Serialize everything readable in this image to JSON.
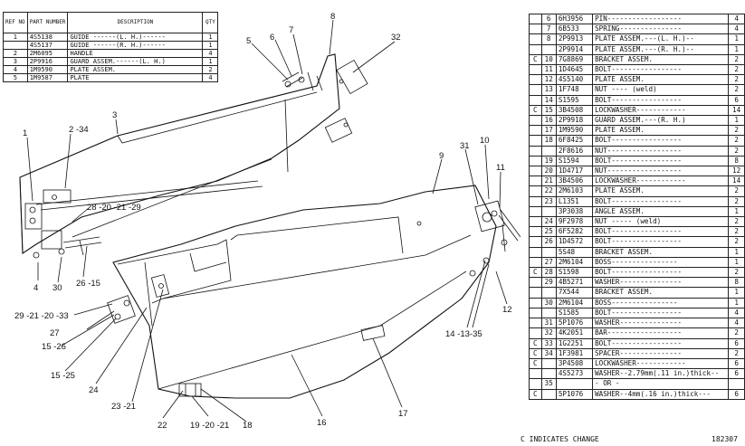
{
  "mini_table": {
    "headers": {
      "ref": "REF NO",
      "part": "PART NUMBER",
      "desc": "DESCRIPTION",
      "qty": "QTY"
    },
    "rows": [
      {
        "ref": "1",
        "pn": "4S5138",
        "desc": "GUIDE ------(L. H.)------",
        "qty": "1"
      },
      {
        "ref": "",
        "pn": "4S5137",
        "desc": "GUIDE ------(R. H.)------",
        "qty": "1"
      },
      {
        "ref": "2",
        "pn": "2M6095",
        "desc": "HANDLE",
        "qty": "4"
      },
      {
        "ref": "3",
        "pn": "2P9916",
        "desc": "GUARD ASSEM.------(L. H.)",
        "qty": "1"
      },
      {
        "ref": "4",
        "pn": "1M9590",
        "desc": "PLATE ASSEM.",
        "qty": "2"
      },
      {
        "ref": "5",
        "pn": "1M9587",
        "desc": "PLATE",
        "qty": "4"
      }
    ]
  },
  "parts_table": {
    "rows": [
      {
        "mark": "",
        "ref": "6",
        "pn": "6H3956",
        "desc": "PIN------------------",
        "qty": "4"
      },
      {
        "mark": "",
        "ref": "7",
        "pn": "6B533",
        "desc": "SPRING---------------",
        "qty": "4"
      },
      {
        "mark": "",
        "ref": "8",
        "pn": "2P9913",
        "desc": "PLATE ASSEM.---(L. H.)--",
        "qty": "1"
      },
      {
        "mark": "",
        "ref": "",
        "pn": "2P9914",
        "desc": "PLATE ASSEM.---(R. H.)--",
        "qty": "1"
      },
      {
        "mark": "C",
        "ref": "10",
        "pn": "7G8869",
        "desc": "BRACKET ASSEM.",
        "qty": "2"
      },
      {
        "mark": "",
        "ref": "11",
        "pn": "1D4645",
        "desc": "BOLT-----------------",
        "qty": "2"
      },
      {
        "mark": "",
        "ref": "12",
        "pn": "4S5140",
        "desc": "PLATE ASSEM.",
        "qty": "2"
      },
      {
        "mark": "",
        "ref": "13",
        "pn": "1F748",
        "desc": "NUT ---- (weld)",
        "qty": "2"
      },
      {
        "mark": "",
        "ref": "14",
        "pn": "S1595",
        "desc": "BOLT-----------------",
        "qty": "6"
      },
      {
        "mark": "C",
        "ref": "15",
        "pn": "3B4508",
        "desc": "LOCKWASHER------------",
        "qty": "14"
      },
      {
        "mark": "",
        "ref": "16",
        "pn": "2P9918",
        "desc": "GUARD ASSEM.---(R. H.)",
        "qty": "1"
      },
      {
        "mark": "",
        "ref": "17",
        "pn": "1M9590",
        "desc": "PLATE ASSEM.",
        "qty": "2"
      },
      {
        "mark": "",
        "ref": "18",
        "pn": "6F8425",
        "desc": "BOLT-----------------",
        "qty": "2"
      },
      {
        "mark": "",
        "ref": "",
        "pn": "2F8616",
        "desc": "NUT------------------",
        "qty": "2"
      },
      {
        "mark": "",
        "ref": "19",
        "pn": "S1594",
        "desc": "BOLT-----------------",
        "qty": "8"
      },
      {
        "mark": "",
        "ref": "20",
        "pn": "1D4717",
        "desc": "NUT------------------",
        "qty": "12"
      },
      {
        "mark": "",
        "ref": "21",
        "pn": "3B4506",
        "desc": "LOCKWASHER------------",
        "qty": "14"
      },
      {
        "mark": "",
        "ref": "22",
        "pn": "2M6103",
        "desc": "PLATE ASSEM.",
        "qty": "2"
      },
      {
        "mark": "",
        "ref": "23",
        "pn": "L1351",
        "desc": "BOLT-----------------",
        "qty": "2"
      },
      {
        "mark": "",
        "ref": "",
        "pn": "3P3038",
        "desc": "ANGLE ASSEM.",
        "qty": "1"
      },
      {
        "mark": "",
        "ref": "24",
        "pn": "9F2978",
        "desc": "NUT ----- (weld)",
        "qty": "2"
      },
      {
        "mark": "",
        "ref": "25",
        "pn": "6F5282",
        "desc": "BOLT-----------------",
        "qty": "2"
      },
      {
        "mark": "",
        "ref": "26",
        "pn": "1D4572",
        "desc": "BOLT-----------------",
        "qty": "2"
      },
      {
        "mark": "",
        "ref": "",
        "pn": "5S48",
        "desc": "BRACKET ASSEM.",
        "qty": "1"
      },
      {
        "mark": "",
        "ref": "27",
        "pn": "2M6104",
        "desc": "BOSS----------------",
        "qty": "1"
      },
      {
        "mark": "C",
        "ref": "28",
        "pn": "S1598",
        "desc": "BOLT-----------------",
        "qty": "2"
      },
      {
        "mark": "",
        "ref": "29",
        "pn": "4B5271",
        "desc": "WASHER---------------",
        "qty": "8"
      },
      {
        "mark": "",
        "ref": "",
        "pn": "7X544",
        "desc": "BRACKET ASSEM.",
        "qty": "1"
      },
      {
        "mark": "",
        "ref": "30",
        "pn": "2M6104",
        "desc": "BOSS----------------",
        "qty": "1"
      },
      {
        "mark": "",
        "ref": "",
        "pn": "S1585",
        "desc": "BOLT-----------------",
        "qty": "4"
      },
      {
        "mark": "",
        "ref": "31",
        "pn": "5P1076",
        "desc": "WASHER---------------",
        "qty": "4"
      },
      {
        "mark": "",
        "ref": "32",
        "pn": "4K2051",
        "desc": "BAR------------------",
        "qty": "2"
      },
      {
        "mark": "C",
        "ref": "33",
        "pn": "1G2251",
        "desc": "BOLT-----------------",
        "qty": "6"
      },
      {
        "mark": "C",
        "ref": "34",
        "pn": "1F3981",
        "desc": "SPACER---------------",
        "qty": "2"
      },
      {
        "mark": "C",
        "ref": "",
        "pn": "3P4508",
        "desc": "LOCKWASHER------------",
        "qty": "6"
      },
      {
        "mark": "",
        "ref": "",
        "pn": "4S5273",
        "desc": "WASHER--2.79mm(.11 in.)thick--",
        "qty": "6"
      },
      {
        "mark": "",
        "ref": "35",
        "pn": "",
        "desc": "- OR -",
        "qty": ""
      },
      {
        "mark": "C",
        "ref": "",
        "pn": "5P1076",
        "desc": "WASHER--4mm(.16 in.)thick---",
        "qty": "6"
      }
    ]
  },
  "footer": {
    "note": "C INDICATES CHANGE",
    "code": "182307"
  },
  "callouts": {
    "c1": "1",
    "c2_34": "2 -34",
    "c3": "3",
    "c4": "4",
    "c5": "5",
    "c6": "6",
    "c7": "7",
    "c8": "8",
    "c9": "9",
    "c10": "10",
    "c11": "11",
    "c12": "12",
    "c14_13_35": "14 -13-35",
    "c15_25": "15 -25",
    "c15_26": "15 -26",
    "c16": "16",
    "c17": "17",
    "c18": "18",
    "c19_20_21": "19 -20 -21",
    "c22": "22",
    "c23_21": "23 -21",
    "c24": "24",
    "c26_15": "26 -15",
    "c27": "27",
    "c28_20_21_29": "28 -20 -21 -29",
    "c29_21_20_33": "29 -21 -20 -33",
    "c30": "30",
    "c31": "31",
    "c32": "32"
  }
}
